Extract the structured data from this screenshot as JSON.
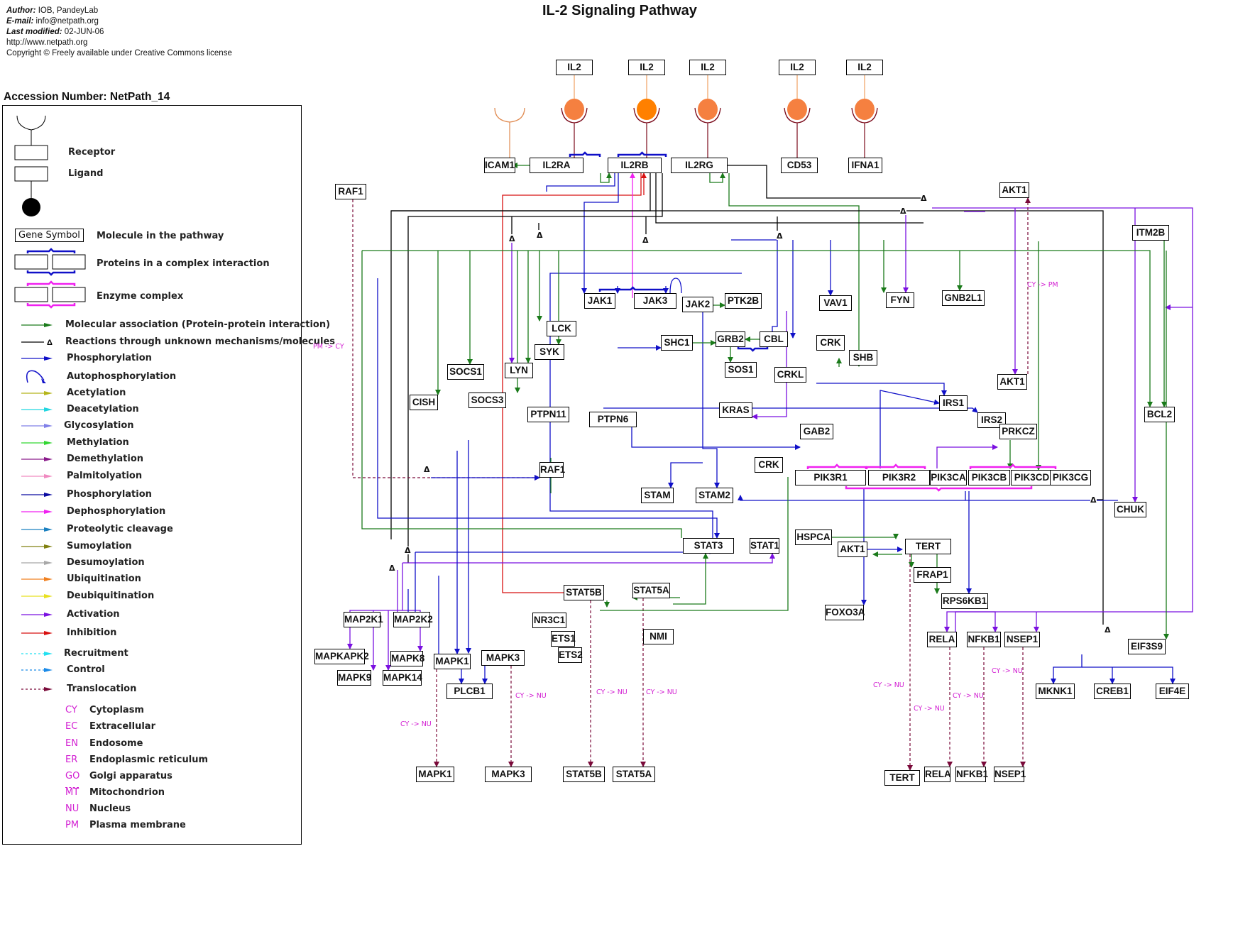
{
  "meta": {
    "author_label": "Author:",
    "author": "IOB, PandeyLab",
    "email_label": "E-mail:",
    "email": "info@netpath.org",
    "modified_label": "Last modified:",
    "modified": "02-JUN-06",
    "url": "http://www.netpath.org",
    "copyright": "Copyright © Freely available under Creative Commons license"
  },
  "title": "IL-2 Signaling Pathway",
  "accession": "Accession Number: NetPath_14",
  "legend": {
    "receptor": "Receptor",
    "ligand": "Ligand",
    "gene_symbol_box": "Gene Symbol",
    "molecule": "Molecule in the pathway",
    "complex": "Proteins in a complex interaction",
    "enzyme_complex": "Enzyme complex",
    "edges": [
      {
        "label": "Molecular association  (Protein-protein interaction)",
        "color": "#1a7a1a",
        "style": "solid"
      },
      {
        "label": "Reactions through unknown mechanisms/molecules",
        "color": "#000000",
        "style": "delta"
      },
      {
        "label": "Phosphorylation",
        "color": "#1010c8",
        "style": "solid"
      },
      {
        "label": "Autophosphorylation",
        "color": "#1010c8",
        "style": "loop"
      },
      {
        "label": "Acetylation",
        "color": "#b5b51a",
        "style": "solid"
      },
      {
        "label": "Deacetylation",
        "color": "#22d6e0",
        "style": "solid"
      },
      {
        "label": "Glycosylation",
        "color": "#8080e8",
        "style": "solid"
      },
      {
        "label": "Methylation",
        "color": "#33d633",
        "style": "solid"
      },
      {
        "label": "Demethylation",
        "color": "#8a1a8a",
        "style": "solid"
      },
      {
        "label": "Palmitolyation",
        "color": "#f08ac0",
        "style": "solid"
      },
      {
        "label": "Phosphorylation",
        "color": "#0a0aa0",
        "style": "solid"
      },
      {
        "label": "Dephosphorylation",
        "color": "#f020f0",
        "style": "solid"
      },
      {
        "label": "Proteolytic cleavage",
        "color": "#1a80c0",
        "style": "solid"
      },
      {
        "label": "Sumoylation",
        "color": "#808010",
        "style": "solid"
      },
      {
        "label": "Desumoylation",
        "color": "#a8a8a8",
        "style": "solid"
      },
      {
        "label": "Ubiquitination",
        "color": "#f08020",
        "style": "solid"
      },
      {
        "label": "Deubiquitination",
        "color": "#e8e020",
        "style": "solid"
      },
      {
        "label": "Activation",
        "color": "#7a10e0",
        "style": "solid"
      },
      {
        "label": "Inhibition",
        "color": "#d81010",
        "style": "solid"
      },
      {
        "label": "Recruitment",
        "color": "#22e0f0",
        "style": "dashed"
      },
      {
        "label": "Control",
        "color": "#1a8ae8",
        "style": "dashed"
      },
      {
        "label": "Translocation",
        "color": "#7a0a3a",
        "style": "dashed"
      }
    ],
    "locations": [
      {
        "abbr": "CY",
        "label": "Cytoplasm"
      },
      {
        "abbr": "EC",
        "label": "Extracellular"
      },
      {
        "abbr": "EN",
        "label": "Endosome"
      },
      {
        "abbr": "ER",
        "label": "Endoplasmic reticulum"
      },
      {
        "abbr": "GO",
        "label": "Golgi apparatus"
      },
      {
        "abbr": "MT",
        "label": "Mitochondrion"
      },
      {
        "abbr": "NU",
        "label": "Nucleus"
      },
      {
        "abbr": "PM",
        "label": "Plasma membrane"
      }
    ]
  },
  "colors": {
    "association": "#1a7a1a",
    "phosphorylation": "#1010c8",
    "activation": "#7a10e0",
    "inhibition": "#d81010",
    "dephosphorylation": "#f020f0",
    "translocation": "#7a0a3a",
    "unknown": "#000000",
    "ligand_circle": "#f58040",
    "ligand_circle_highlight": "#ff8000",
    "receptor_cup": "#7a0a1a",
    "location_label": "#d21fd2"
  },
  "nodes": {
    "il2_a": "IL2",
    "il2_b": "IL2",
    "il2_c": "IL2",
    "il2_d": "IL2",
    "il2_e": "IL2",
    "icam1": "ICAM1",
    "il2ra": "IL2RA",
    "il2rb": "IL2RB",
    "il2rg": "IL2RG",
    "cd53": "CD53",
    "ifna1": "IFNA1",
    "raf1_top": "RAF1",
    "akt1_top": "AKT1",
    "itm2b": "ITM2B",
    "jak1": "JAK1",
    "jak3": "JAK3",
    "jak2": "JAK2",
    "ptk2b": "PTK2B",
    "vav1": "VAV1",
    "fyn": "FYN",
    "gnb2l1": "GNB2L1",
    "lck": "LCK",
    "syk": "SYK",
    "socs1": "SOCS1",
    "lyn": "LYN",
    "shc1": "SHC1",
    "grb2": "GRB2",
    "cbl": "CBL",
    "crk_a": "CRK",
    "shb": "SHB",
    "sos1": "SOS1",
    "crkl": "CRKL",
    "akt1_mid": "AKT1",
    "cish": "CISH",
    "socs3": "SOCS3",
    "ptpn11": "PTPN11",
    "ptpn6": "PTPN6",
    "kras": "KRAS",
    "irs1": "IRS1",
    "irs2": "IRS2",
    "bcl2": "BCL2",
    "gab2": "GAB2",
    "prkcz": "PRKCZ",
    "raf1_mid": "RAF1",
    "crk_b": "CRK",
    "pik3r1": "PIK3R1",
    "pik3r2": "PIK3R2",
    "pik3ca": "PIK3CA",
    "pik3cb": "PIK3CB",
    "pik3cd": "PIK3CD",
    "pik3cg": "PIK3CG",
    "stam": "STAM",
    "stam2": "STAM2",
    "chuk": "CHUK",
    "hspca": "HSPCA",
    "akt1_low": "AKT1",
    "tert": "TERT",
    "stat3": "STAT3",
    "stat1": "STAT1",
    "frap1": "FRAP1",
    "stat5b": "STAT5B",
    "stat5a": "STAT5A",
    "rps6kb1": "RPS6KB1",
    "foxo3a": "FOXO3A",
    "map2k1": "MAP2K1",
    "map2k2": "MAP2K2",
    "nr3c1": "NR3C1",
    "nmi": "NMI",
    "ets1": "ETS1",
    "ets2": "ETS2",
    "rela": "RELA",
    "nfkb1": "NFKB1",
    "nsep1": "NSEP1",
    "eif3s9": "EIF3S9",
    "mapkapk2": "MAPKAPK2",
    "mapk8": "MAPK8",
    "mapk1": "MAPK1",
    "mapk3": "MAPK3",
    "mapk9": "MAPK9",
    "mapk14": "MAPK14",
    "plcb1": "PLCB1",
    "mknk1": "MKNK1",
    "creb1": "CREB1",
    "eif4e": "EIF4E",
    "mapk1_nu": "MAPK1",
    "mapk3_nu": "MAPK3",
    "stat5b_nu": "STAT5B",
    "stat5a_nu": "STAT5A",
    "tert_nu": "TERT",
    "rela_nu": "RELA",
    "nfkb1_nu": "NFKB1",
    "nsep1_nu": "NSEP1"
  },
  "translocations": {
    "raf1": "PM -> CY",
    "akt1": "CY -> PM",
    "mapk1": "CY -> NU",
    "mapk3": "CY -> NU",
    "stat5b": "CY -> NU",
    "stat5a": "CY -> NU",
    "tert": "CY -> NU",
    "rela": "CY -> NU",
    "nfkb1": "CY -> NU",
    "nsep1": "CY -> NU"
  },
  "delta_symbol": "Δ"
}
